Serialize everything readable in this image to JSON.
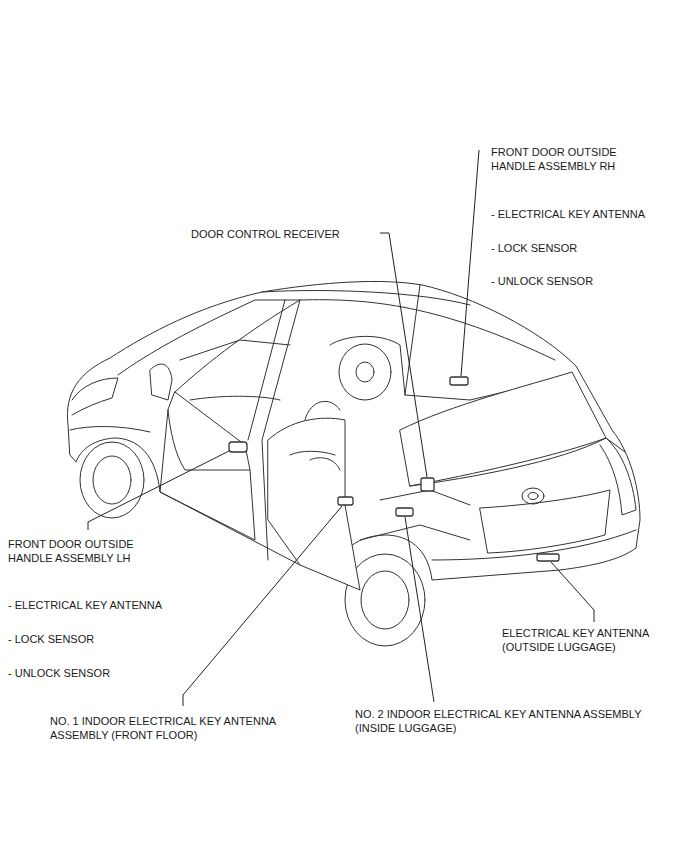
{
  "diagram": {
    "labels": [
      "FRONT DOOR OUTSIDE HANDLE ASSEMBLY RH",
      "- ELECTRICAL KEY ANTENNA",
      "- LOCK SENSOR",
      "- UNLOCK SENSOR",
      "DOOR CONTROL RECEIVER",
      "FRONT DOOR OUTSIDE HANDLE ASSEMBLY LH",
      "- ELECTRICAL KEY ANTENNA",
      "- LOCK SENSOR",
      "- UNLOCK SENSOR",
      "ELECTRICAL KEY ANTENNA (OUTSIDE LUGGAGE)",
      "NO. 1 INDOOR ELECTRICAL KEY ANTENNA ASSEMBLY (FRONT FLOOR)",
      "NO. 2 INDOOR ELECTRICAL KEY ANTENNA ASSEMBLY (INSIDE LUGGAGE)"
    ]
  }
}
